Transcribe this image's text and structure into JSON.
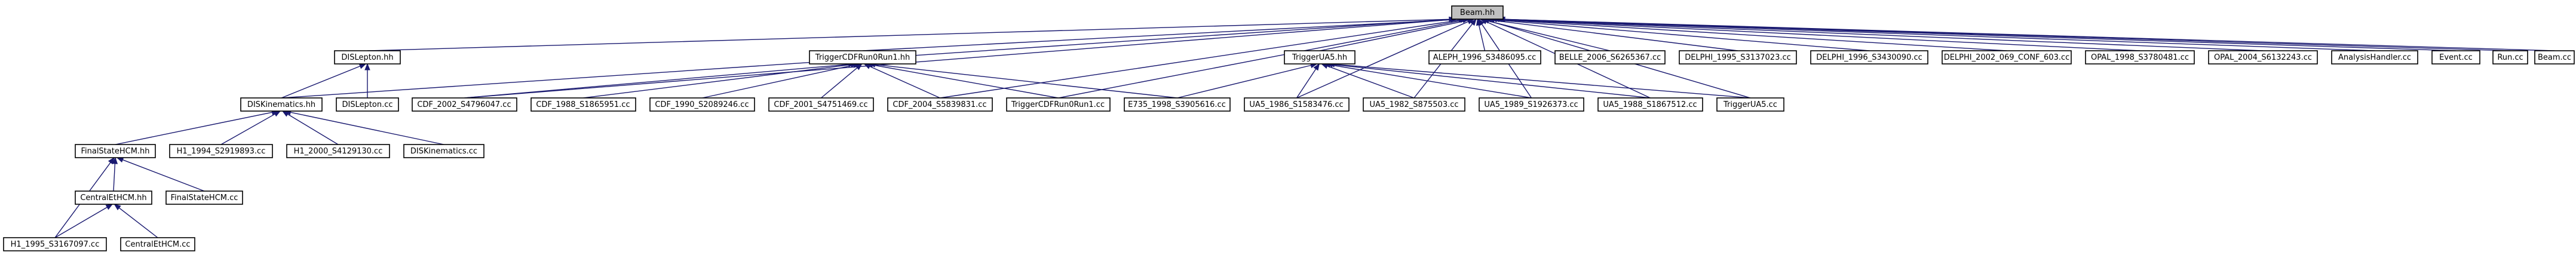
{
  "nodes": {
    "beam_hh": "Beam.hh",
    "dislepton_hh": "DISLepton.hh",
    "triggercdf_hh": "TriggerCDFRun0Run1.hh",
    "triggerua5_hh": "TriggerUA5.hh",
    "aleph_1996": "ALEPH_1996_S3486095.cc",
    "belle_2006": "BELLE_2006_S6265367.cc",
    "delphi_1995": "DELPHI_1995_S3137023.cc",
    "delphi_1996": "DELPHI_1996_S3430090.cc",
    "delphi_2002": "DELPHI_2002_069_CONF_603.cc",
    "opal_1998": "OPAL_1998_S3780481.cc",
    "opal_2004": "OPAL_2004_S6132243.cc",
    "analysishandler": "AnalysisHandler.cc",
    "event_cc": "Event.cc",
    "run_cc": "Run.cc",
    "beam_cc": "Beam.cc",
    "diskinematics_hh": "DISKinematics.hh",
    "dislepton_cc": "DISLepton.cc",
    "cdf_2002": "CDF_2002_S4796047.cc",
    "cdf_1988": "CDF_1988_S1865951.cc",
    "cdf_1990": "CDF_1990_S2089246.cc",
    "cdf_2001": "CDF_2001_S4751469.cc",
    "cdf_2004": "CDF_2004_S5839831.cc",
    "triggercdf_cc": "TriggerCDFRun0Run1.cc",
    "e735_1998": "E735_1998_S3905616.cc",
    "ua5_1986": "UA5_1986_S1583476.cc",
    "ua5_1982": "UA5_1982_S875503.cc",
    "ua5_1989": "UA5_1989_S1926373.cc",
    "ua5_1988": "UA5_1988_S1867512.cc",
    "triggerua5_cc": "TriggerUA5.cc",
    "finalstatehcm_hh": "FinalStateHCM.hh",
    "h1_1994": "H1_1994_S2919893.cc",
    "h1_2000": "H1_2000_S4129130.cc",
    "diskinematics_cc": "DISKinematics.cc",
    "centraletHCM_hh": "CentralEtHCM.hh",
    "finalstatehcm_cc": "FinalStateHCM.cc",
    "h1_1995": "H1_1995_S3167097.cc",
    "centraletHCM_cc": "CentralEtHCM.cc"
  },
  "edges": [
    [
      "dislepton_hh",
      "beam_hh"
    ],
    [
      "triggercdf_hh",
      "beam_hh"
    ],
    [
      "triggerua5_hh",
      "beam_hh"
    ],
    [
      "aleph_1996",
      "beam_hh"
    ],
    [
      "belle_2006",
      "beam_hh"
    ],
    [
      "delphi_1995",
      "beam_hh"
    ],
    [
      "delphi_1996",
      "beam_hh"
    ],
    [
      "delphi_2002",
      "beam_hh"
    ],
    [
      "opal_1998",
      "beam_hh"
    ],
    [
      "opal_2004",
      "beam_hh"
    ],
    [
      "analysishandler",
      "beam_hh"
    ],
    [
      "event_cc",
      "beam_hh"
    ],
    [
      "run_cc",
      "beam_hh"
    ],
    [
      "beam_cc",
      "beam_hh"
    ],
    [
      "diskinematics_hh",
      "beam_hh"
    ],
    [
      "cdf_2002",
      "beam_hh"
    ],
    [
      "cdf_2004",
      "beam_hh"
    ],
    [
      "triggercdf_cc",
      "beam_hh"
    ],
    [
      "ua5_1986",
      "beam_hh"
    ],
    [
      "ua5_1982",
      "beam_hh"
    ],
    [
      "ua5_1989",
      "beam_hh"
    ],
    [
      "ua5_1988",
      "beam_hh"
    ],
    [
      "triggerua5_cc",
      "beam_hh"
    ],
    [
      "diskinematics_hh",
      "dislepton_hh"
    ],
    [
      "dislepton_cc",
      "dislepton_hh"
    ],
    [
      "cdf_2002",
      "triggercdf_hh"
    ],
    [
      "cdf_1988",
      "triggercdf_hh"
    ],
    [
      "cdf_1990",
      "triggercdf_hh"
    ],
    [
      "cdf_2001",
      "triggercdf_hh"
    ],
    [
      "cdf_2004",
      "triggercdf_hh"
    ],
    [
      "triggercdf_cc",
      "triggercdf_hh"
    ],
    [
      "e735_1998",
      "triggercdf_hh"
    ],
    [
      "e735_1998",
      "triggerua5_hh"
    ],
    [
      "ua5_1986",
      "triggerua5_hh"
    ],
    [
      "ua5_1982",
      "triggerua5_hh"
    ],
    [
      "ua5_1989",
      "triggerua5_hh"
    ],
    [
      "ua5_1988",
      "triggerua5_hh"
    ],
    [
      "triggerua5_cc",
      "triggerua5_hh"
    ],
    [
      "finalstatehcm_hh",
      "diskinematics_hh"
    ],
    [
      "h1_1994",
      "diskinematics_hh"
    ],
    [
      "h1_2000",
      "diskinematics_hh"
    ],
    [
      "diskinematics_cc",
      "diskinematics_hh"
    ],
    [
      "centraletHCM_hh",
      "finalstatehcm_hh"
    ],
    [
      "finalstatehcm_cc",
      "finalstatehcm_hh"
    ],
    [
      "h1_1995",
      "finalstatehcm_hh"
    ],
    [
      "h1_1995",
      "centraletHCM_hh"
    ],
    [
      "centraletHCM_cc",
      "centraletHCM_hh"
    ]
  ]
}
